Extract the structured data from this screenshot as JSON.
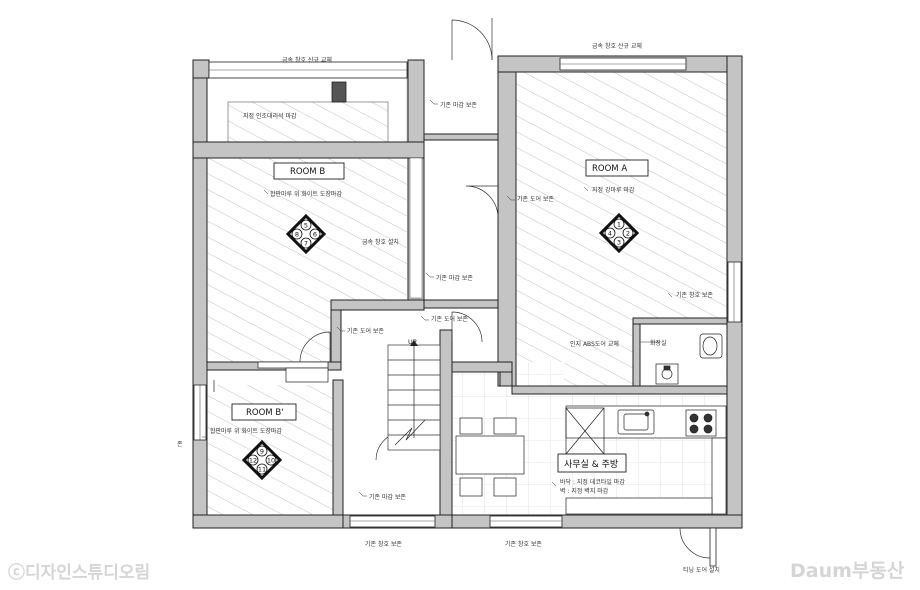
{
  "rooms": {
    "room_a": "ROOM A",
    "room_b": "ROOM B",
    "room_b2": "ROOM B'",
    "kitchen": "사무실 & 주방",
    "restroom": "화장실"
  },
  "annotations": {
    "window_top_left": "금속 창호 신규 교체",
    "window_top_right": "금속 창호 신규 교체",
    "finish_top_b": "지정 인조대리석 마감",
    "finish_room_a": "지정 강마루 마감",
    "finish_room_b": "합판마루 위 화이트 도장마감",
    "finish_room_b2": "합판마루 위 화이트 도장마감",
    "existing_finish_1": "기존 마감 보존",
    "existing_finish_2": "기존 마감 보존",
    "existing_finish_3": "기존 마감 보존",
    "existing_door_1": "기존 도어 보존",
    "existing_door_2": "기존 도어 보존",
    "existing_door_3": "기존 도어 보존",
    "existing_window_right": "기존 창호 보존",
    "existing_window_bottom_1": "기존 창호 보존",
    "existing_window_bottom_2": "기존 창호 보존",
    "metal_window_install": "금속 창호 설치",
    "abs_door": "인지 ABS도어 교체",
    "kitchen_floor": "바닥 : 지정 데코타일 마감",
    "kitchen_wall": "벽 : 지정 벽지 마감",
    "tinting_door": "티닝 도어 설치",
    "left_edge": "존",
    "up": "UP"
  },
  "markers": {
    "room_a": [
      "1",
      "2",
      "3",
      "4"
    ],
    "room_b": [
      "5",
      "6",
      "7",
      "8"
    ],
    "room_b2": [
      "9",
      "10",
      "11",
      "12"
    ]
  },
  "watermarks": {
    "left": "ⓒ디자인스튜디오림",
    "right": "Daum부동산"
  }
}
